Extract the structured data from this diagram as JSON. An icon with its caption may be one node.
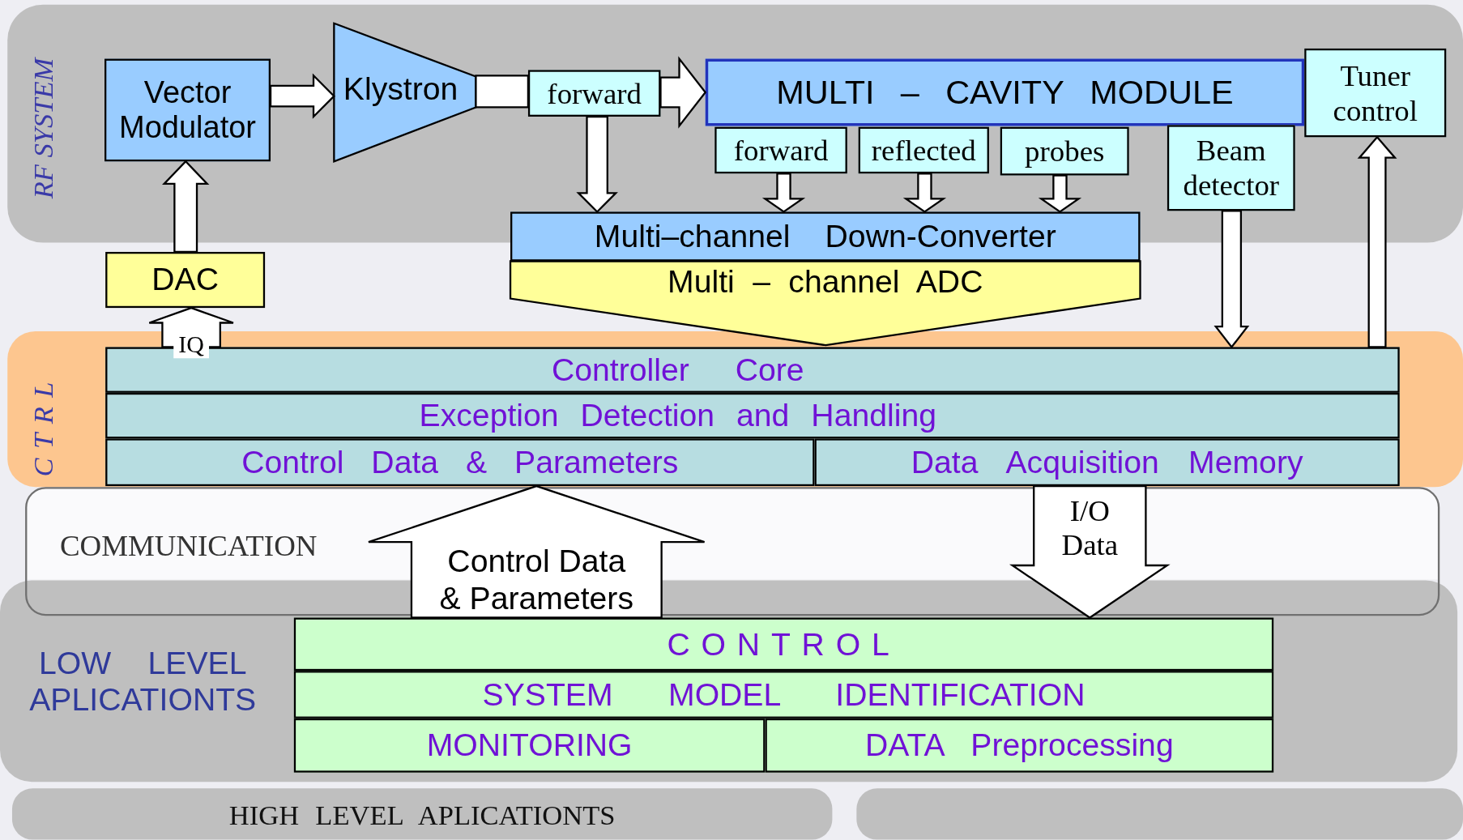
{
  "diagram": {
    "nodes": [
      {
        "text": [
          "RF SYSTEM"
        ]
      },
      {
        "text": [
          "CTRL"
        ]
      },
      {
        "text": [
          "COMMUNICATION"
        ]
      },
      {
        "text": [
          "LOW LEVEL APLICATIONTS"
        ]
      },
      {
        "text": [
          "HIGH LEVEL APLICATIONTS"
        ]
      },
      {
        "text": [],
        "shape": "box"
      },
      {
        "text": [
          "Vector Modulator"
        ],
        "in": 0
      },
      {
        "text": [
          "Klystron"
        ],
        "in": 0
      },
      {
        "text": [
          "forward"
        ],
        "in": 0
      },
      {
        "text": [
          "MULTI – CAVITY MODULE"
        ],
        "in": 0
      },
      {
        "text": [
          "Tuner control"
        ],
        "in": 0
      },
      {
        "text": [
          "forward"
        ],
        "in": 0
      },
      {
        "text": [
          "reflected"
        ],
        "in": 0
      },
      {
        "text": [
          "probes"
        ],
        "in": 0
      },
      {
        "text": [
          "Beam detector"
        ],
        "in": 0
      },
      {
        "text": [
          "Multi–channel Down-Converter"
        ]
      },
      {
        "text": [
          "Multi – channel ADC"
        ]
      },
      {
        "text": [
          "DAC"
        ]
      },
      {
        "text": [
          "Controller Core"
        ],
        "in": 1
      },
      {
        "text": [
          "Exception Detection and Handling"
        ],
        "in": 1
      },
      {
        "text": [
          "Control Data & Parameters"
        ],
        "in": 1
      },
      {
        "text": [
          "Data Acquisition Memory"
        ],
        "in": 1
      },
      {
        "text": [
          "CONTROL"
        ],
        "in": 3
      },
      {
        "text": [
          "SYSTEM MODEL IDENTIFICATION"
        ],
        "in": 3
      },
      {
        "text": [
          "MONITORING"
        ],
        "in": 3
      },
      {
        "text": [
          "DATA Preprocessing"
        ],
        "in": 3
      }
    ],
    "edges": [
      {
        "from": 6,
        "to": 7,
        "arrow": "to"
      },
      {
        "from": 7,
        "to": 8,
        "arrow": "none"
      },
      {
        "from": 8,
        "to": 9,
        "arrow": "to"
      },
      {
        "from": 8,
        "to": 15,
        "arrow": "to"
      },
      {
        "from": 11,
        "to": 15,
        "arrow": "to"
      },
      {
        "from": 12,
        "to": 15,
        "arrow": "to"
      },
      {
        "from": 13,
        "to": 15,
        "arrow": "to"
      },
      {
        "from": 17,
        "to": 6,
        "arrow": "to"
      },
      {
        "from": 18,
        "to": 17,
        "arrow": "to",
        "label": "IQ"
      },
      {
        "from": 14,
        "to": 18,
        "arrow": "to"
      },
      {
        "from": 18,
        "to": 10,
        "arrow": "to"
      },
      {
        "from": 22,
        "to": 20,
        "arrow": "to",
        "label": "Control Data & Parameters"
      },
      {
        "from": 21,
        "to": 22,
        "arrow": "to",
        "label": "I/O Data"
      }
    ]
  }
}
